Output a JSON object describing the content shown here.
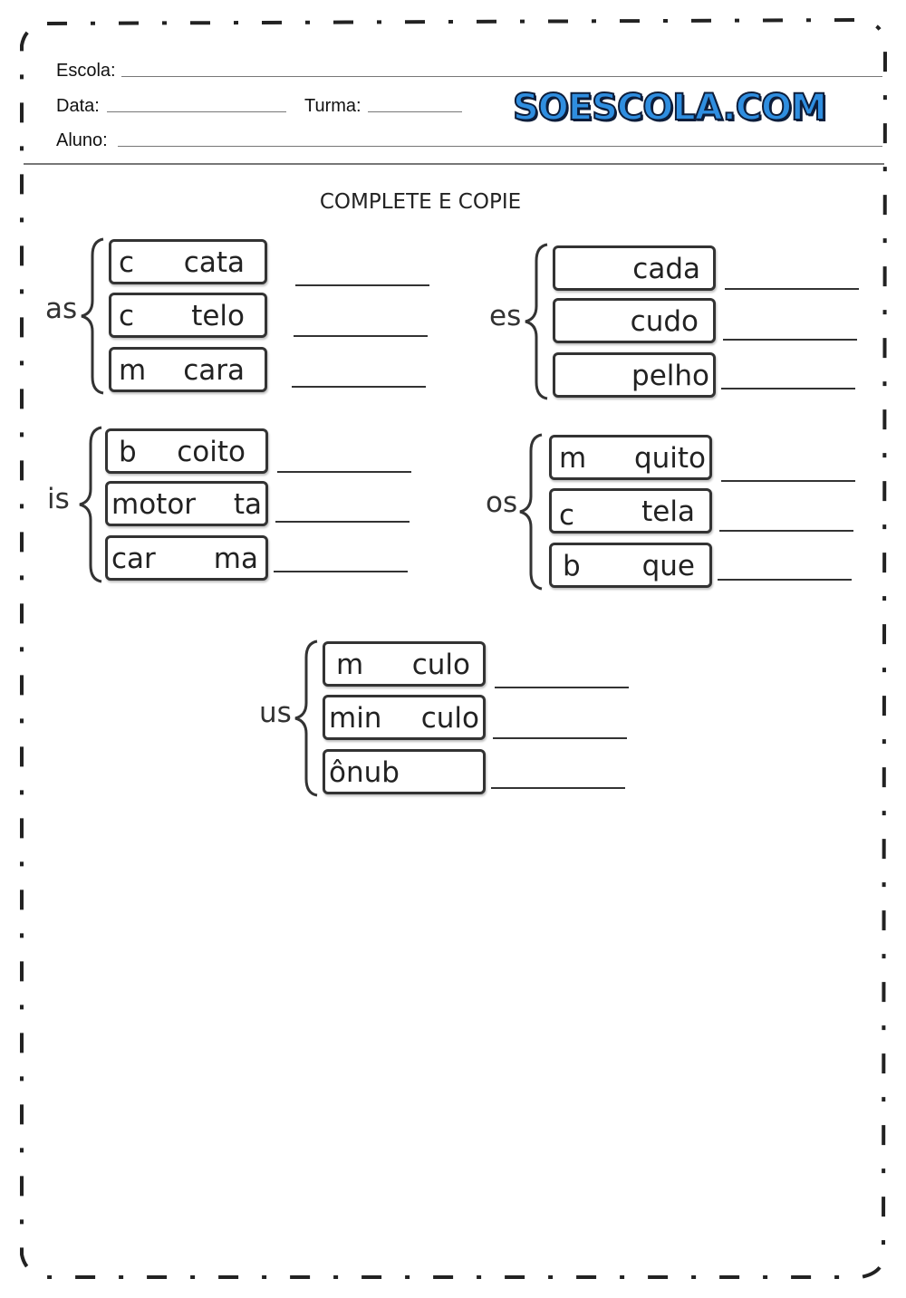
{
  "header": {
    "escola_label": "Escola:",
    "data_label": "Data:",
    "turma_label": "Turma:",
    "aluno_label": "Aluno:",
    "logo_text": "SOESCOLA.COM"
  },
  "title": "COMPLETE E COPIE",
  "groups": [
    {
      "prefix": "as",
      "items": [
        {
          "left": "c",
          "right": "cata"
        },
        {
          "left": "c",
          "right": "telo"
        },
        {
          "left": "m",
          "right": "cara"
        }
      ]
    },
    {
      "prefix": "es",
      "items": [
        {
          "left": "",
          "right": "cada"
        },
        {
          "left": "",
          "right": "cudo"
        },
        {
          "left": "",
          "right": "pelho"
        }
      ]
    },
    {
      "prefix": "is",
      "items": [
        {
          "left": "b",
          "right": "coito"
        },
        {
          "left": "motor",
          "right": "ta"
        },
        {
          "left": "car",
          "right": "ma"
        }
      ]
    },
    {
      "prefix": "os",
      "items": [
        {
          "left": "m",
          "right": "quito"
        },
        {
          "left": "c",
          "right": "tela"
        },
        {
          "left": "b",
          "right": "que"
        }
      ]
    },
    {
      "prefix": "us",
      "items": [
        {
          "left": "m",
          "right": "culo"
        },
        {
          "left": "min",
          "right": "culo"
        },
        {
          "left": "ônub",
          "right": ""
        }
      ]
    }
  ],
  "colors": {
    "logo_fill": "#2f8ee0",
    "logo_outline": "#0d1d3a",
    "frame": "#222222"
  }
}
